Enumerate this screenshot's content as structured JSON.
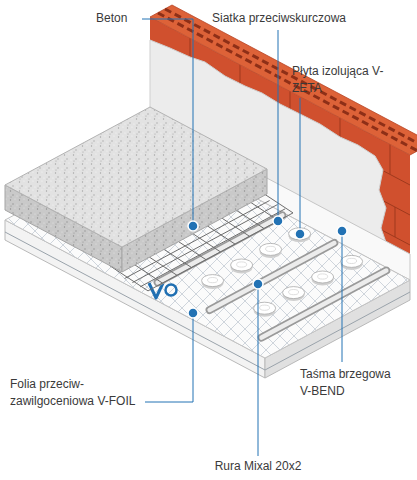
{
  "diagram": {
    "labels": [
      "Beton",
      "Siatka przeciwskurczowa",
      "Płyta izolująca V-ZETA",
      "Taśma brzegowa V-BEND",
      "Folia przeciw- zawilgoceniowa V-FOIL",
      "Rura Mixal 20x2"
    ]
  }
}
